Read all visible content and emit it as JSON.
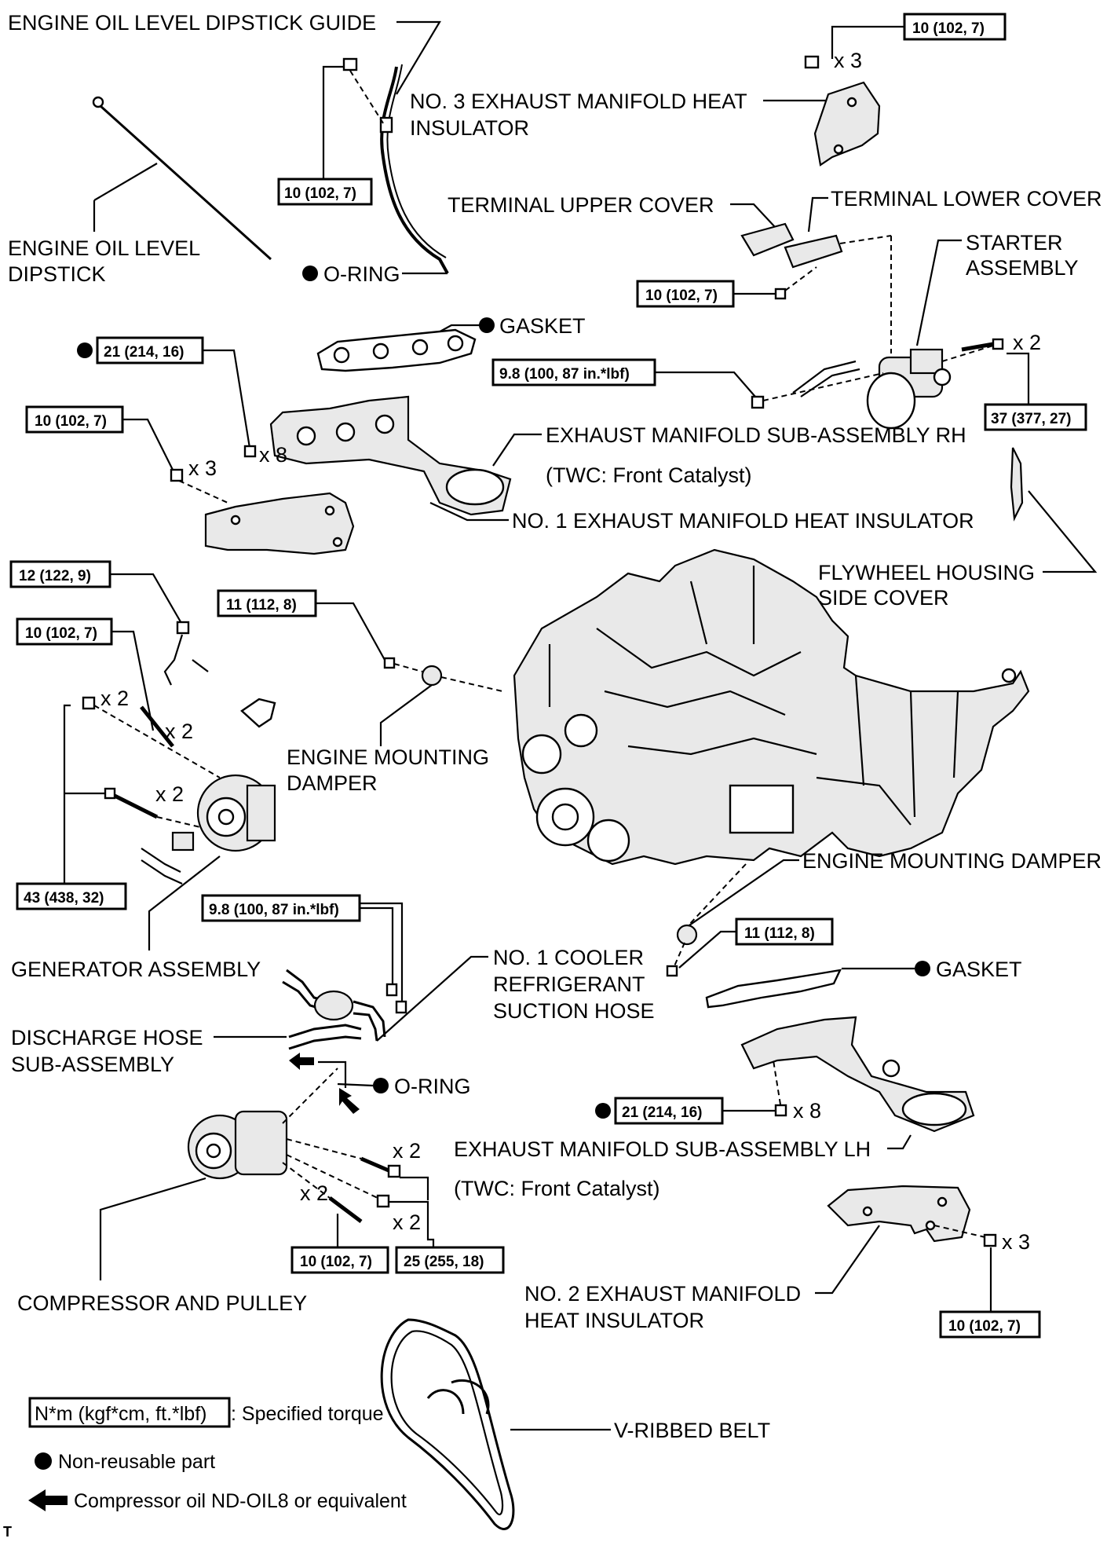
{
  "labels": {
    "dipstick_guide": "ENGINE OIL LEVEL DIPSTICK GUIDE",
    "no3_insulator_1": "NO. 3 EXHAUST MANIFOLD HEAT",
    "no3_insulator_2": "INSULATOR",
    "terminal_upper": "TERMINAL UPPER COVER",
    "terminal_lower": "TERMINAL LOWER COVER",
    "dipstick_1": "ENGINE OIL LEVEL",
    "dipstick_2": "DIPSTICK",
    "oring_top": "O-RING",
    "starter_1": "STARTER",
    "starter_2": "ASSEMBLY",
    "gasket_top": "GASKET",
    "exh_rh": "EXHAUST MANIFOLD SUB-ASSEMBLY RH",
    "twc_rh": "(TWC: Front Catalyst)",
    "no1_insulator": "NO. 1 EXHAUST MANIFOLD HEAT INSULATOR",
    "flywheel_1": "FLYWHEEL HOUSING",
    "flywheel_2": "SIDE COVER",
    "damper_upper_1": "ENGINE MOUNTING",
    "damper_upper_2": "DAMPER",
    "damper_lower": "ENGINE MOUNTING DAMPER",
    "generator": "GENERATOR ASSEMBLY",
    "cooler_hose_1": "NO. 1 COOLER",
    "cooler_hose_2": "REFRIGERANT",
    "cooler_hose_3": "SUCTION HOSE",
    "gasket_lower": "GASKET",
    "discharge_1": "DISCHARGE HOSE",
    "discharge_2": "SUB-ASSEMBLY",
    "oring_lower": "O-RING",
    "exh_lh": "EXHAUST MANIFOLD SUB-ASSEMBLY LH",
    "twc_lh": "(TWC: Front Catalyst)",
    "compressor": "COMPRESSOR AND PULLEY",
    "no2_insulator_1": "NO. 2 EXHAUST MANIFOLD",
    "no2_insulator_2": "HEAT INSULATOR",
    "belt": "V-RIBBED BELT",
    "corner_mark": "T"
  },
  "torques": {
    "t_no3_bolts": "10 (102, 7)",
    "t_guide_bolt": "10 (102, 7)",
    "t_terminal_nut": "10 (102, 7)",
    "t_starter_nut": "9.8 (100, 87 in.*lbf)",
    "t_starter_bolt": "37 (377, 27)",
    "t_rh_nut": "21 (214, 16)",
    "t_no1_bolt": "10 (102, 7)",
    "t_gen_12": "12 (122, 9)",
    "t_gen_10": "10 (102, 7)",
    "t_upper_damper": "11 (112, 8)",
    "t_gen_43": "43 (438, 32)",
    "t_hose_bolt": "9.8 (100, 87 in.*lbf)",
    "t_lower_damper": "11 (112, 8)",
    "t_lh_nut": "21 (214, 16)",
    "t_comp_10": "10 (102, 7)",
    "t_comp_25": "25 (255, 18)",
    "t_no2_bolt": "10 (102, 7)"
  },
  "quantities": {
    "q_no3": "x 3",
    "q_starter": "x 2",
    "q_rh_nut": "x 8",
    "q_no1": "x 3",
    "q_gen_nut": "x 2",
    "q_gen_stud": "x 2",
    "q_gen_bolt": "x 2",
    "q_comp_bolt": "x 2",
    "q_comp_stud": "x 2",
    "q_comp_nut": "x 2",
    "q_lh_nut": "x 8",
    "q_no2": "x 3"
  },
  "legend": {
    "torque_box": "N*m (kgf*cm, ft.*lbf)",
    "torque_text": ": Specified torque",
    "non_reusable": "Non-reusable part",
    "compressor_oil": "Compressor oil ND-OIL8 or equivalent"
  }
}
